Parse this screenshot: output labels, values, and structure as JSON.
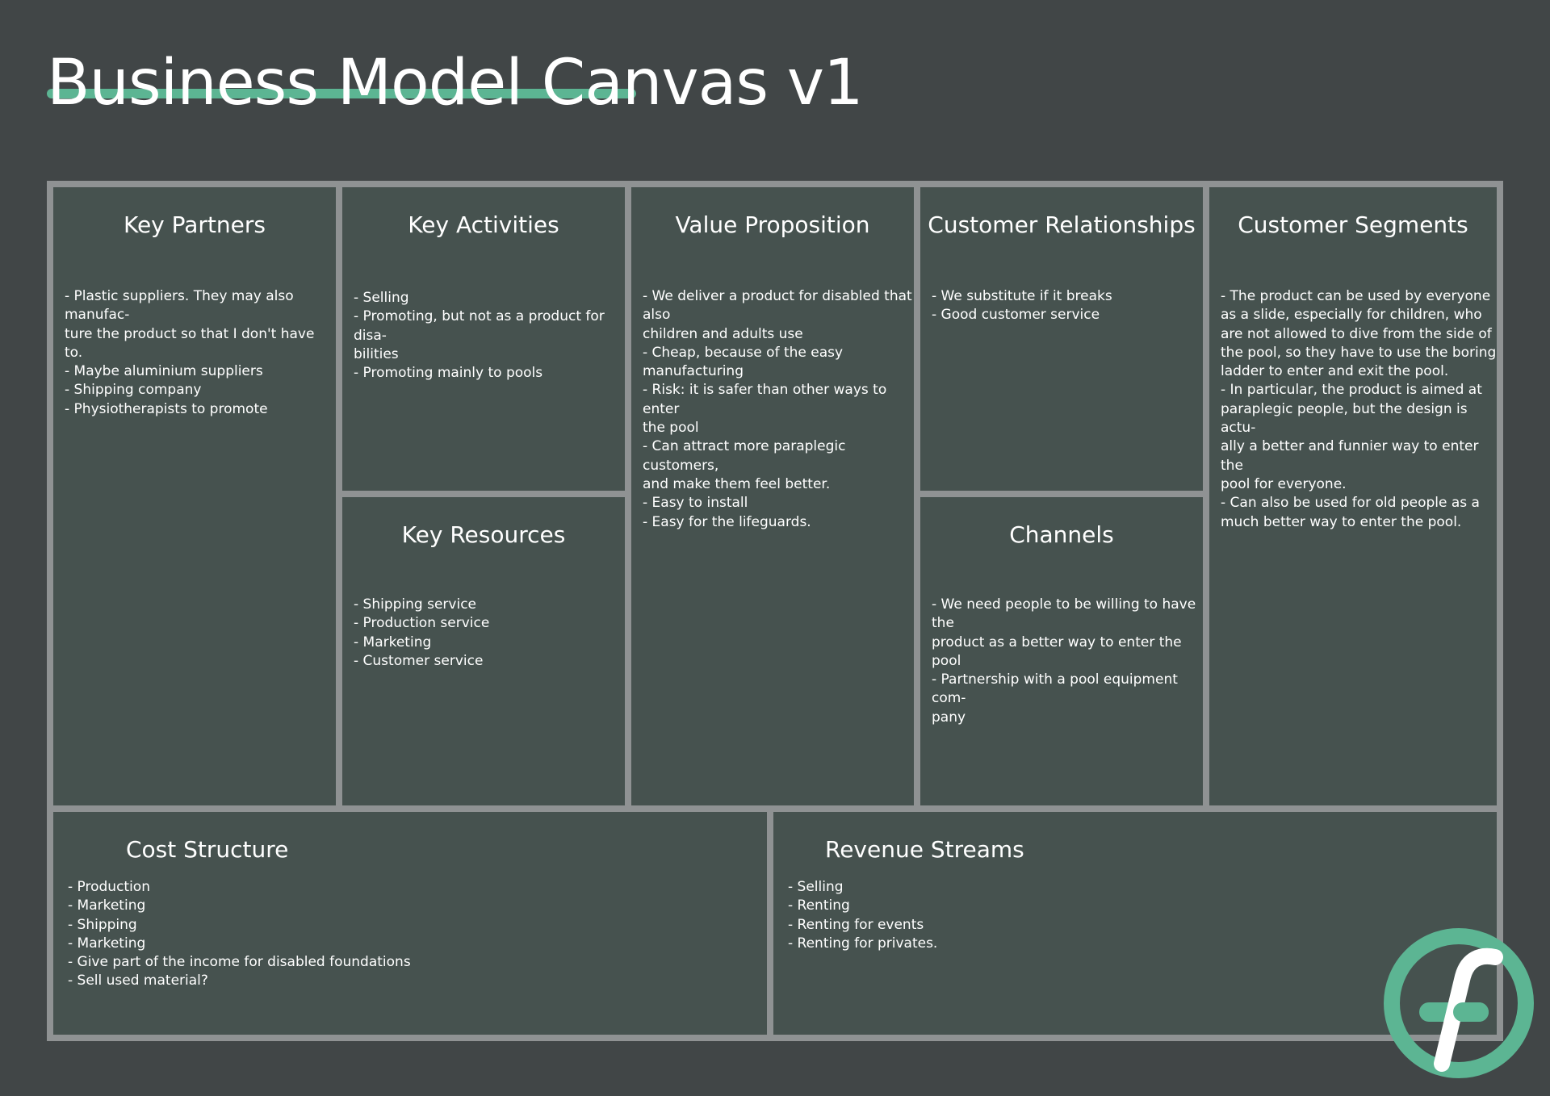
{
  "title": "Business Model Canvas v1",
  "colors": {
    "background": "#414647",
    "frame": "#8f9293",
    "cell": "#46524f",
    "accent": "#5cb593"
  },
  "blocks": {
    "key_partners": {
      "title": "Key Partners",
      "text": "- Plastic suppliers. They may also manufac-\nture the product so that I don't have to.\n- Maybe aluminium suppliers\n- Shipping company\n- Physiotherapists to promote"
    },
    "key_activities": {
      "title": "Key Activities",
      "text": "-  Selling\n- Promoting, but not as a product for disa-\nbilities\n- Promoting mainly to pools"
    },
    "key_resources": {
      "title": "Key Resources",
      "text": "- Shipping service\n- Production service\n- Marketing\n- Customer service"
    },
    "value_proposition": {
      "title": "Value Proposition",
      "text": "- We deliver a product for disabled that also\nchildren and adults use\n- Cheap, because of the easy manufacturing\n- Risk: it is safer than other ways to enter\nthe pool\n- Can attract more paraplegic customers,\nand make them feel better.\n- Easy to install\n- Easy for the lifeguards."
    },
    "customer_relationships": {
      "title": "Customer Relationships",
      "text": "- We substitute if it breaks\n- Good customer service"
    },
    "channels": {
      "title": "Channels",
      "text": "-  We need people to be willing to have the\nproduct as a better way to enter the pool\n- Partnership with a pool equipment com-\npany"
    },
    "customer_segments": {
      "title": "Customer Segments",
      "text": "- The product can be used by everyone\nas a slide, especially for children, who\nare not allowed to dive from the side of\nthe pool, so they have to use the boring\nladder to enter and exit the pool.\n- In particular, the product is aimed at\nparaplegic people, but the design is actu-\nally a better and funnier way to enter the\npool for everyone.\n- Can also be used for old people as a\nmuch better way to enter the pool."
    },
    "cost_structure": {
      "title": "Cost Structure",
      "text": "- Production\n- Marketing\n- Shipping\n- Marketing\n- Give part of the income for disabled foundations\n- Sell used material?"
    },
    "revenue_streams": {
      "title": "Revenue Streams",
      "text": "- Selling\n- Renting\n- Renting for events\n- Renting for privates."
    }
  },
  "logo": {
    "icon": "f-circle-logo-icon",
    "color": "#5cb593"
  }
}
